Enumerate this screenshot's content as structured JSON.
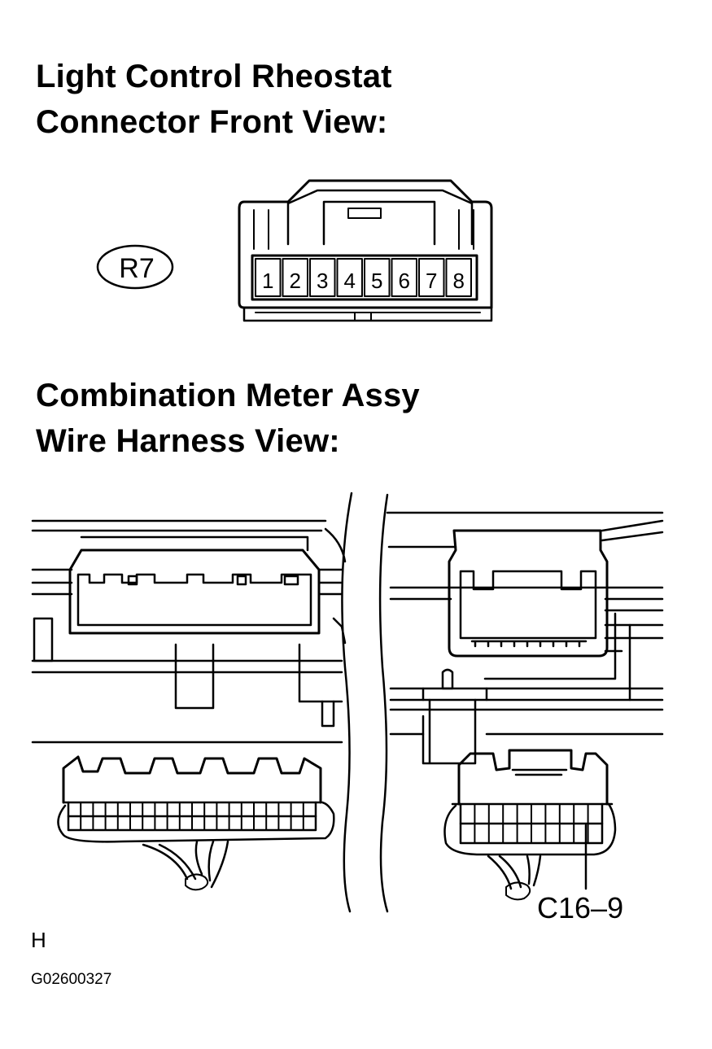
{
  "header_top": {
    "line1": "Light Control Rheostat",
    "line2": "Connector Front View:"
  },
  "connector_r7": {
    "badge": "R7",
    "pins": [
      "1",
      "2",
      "3",
      "4",
      "5",
      "6",
      "7",
      "8"
    ]
  },
  "header_bottom": {
    "line1": "Combination Meter Assy",
    "line2": "Wire Harness View:"
  },
  "callout": "C16–9",
  "corner_mark": "H",
  "figure_code": "G02600327"
}
